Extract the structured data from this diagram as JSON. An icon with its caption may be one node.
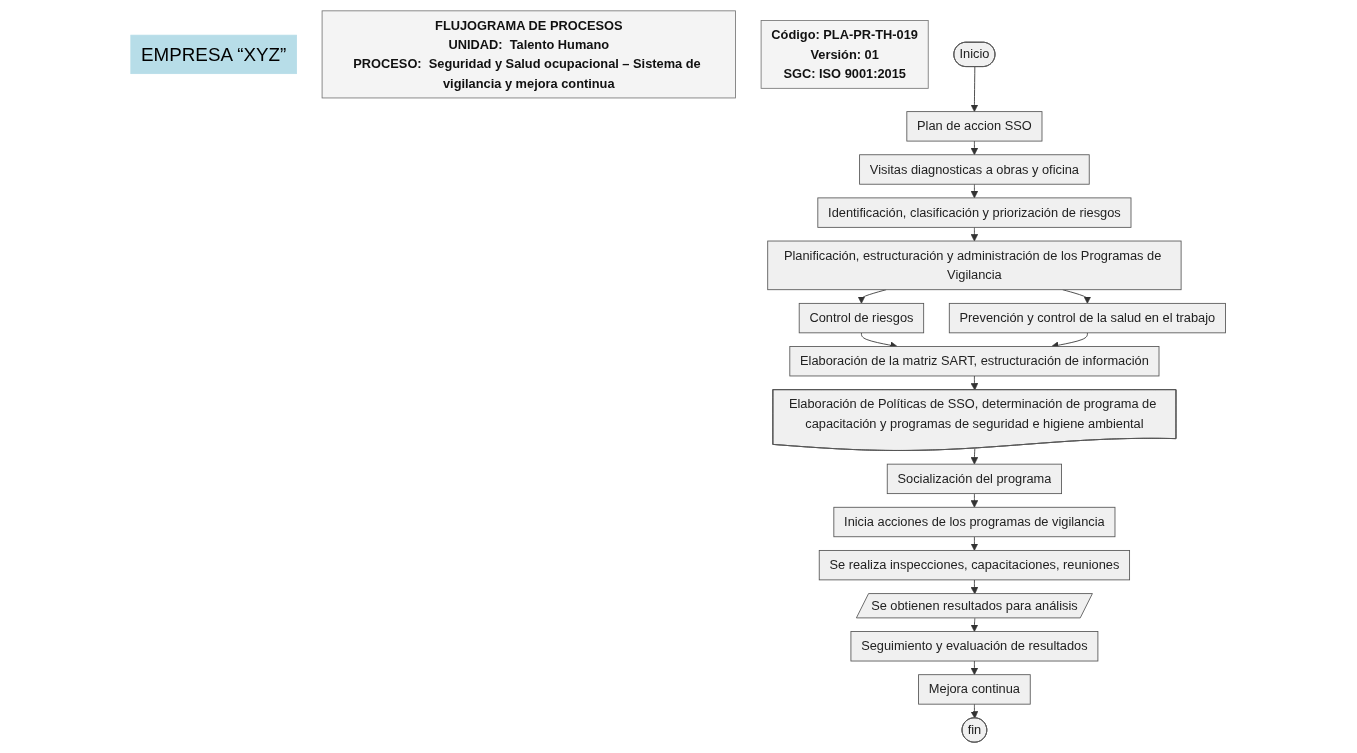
{
  "diagram": {
    "nodes": [
      {
        "text": [
          "EMPRESA “XYZ”"
        ]
      },
      {
        "text": [
          "FLUJOGRAMA DE PROCESOS",
          "UNIDAD:  Talento Humano",
          "PROCESO:  Seguridad y Salud ocupacional – Sistema de vigilancia y mejora continua"
        ]
      },
      {
        "text": [
          "Código:  PLA-PR-TH-019",
          "Versión: 01",
          "SGC: ISO 9001:2015"
        ]
      },
      {
        "text": [
          "Inicio"
        ]
      },
      {
        "text": [
          "Plan de accion SSO"
        ]
      },
      {
        "text": [
          "Visitas diagnosticas a obras y oficina"
        ]
      },
      {
        "text": [
          "Identificación, clasificación y priorización de riesgos"
        ]
      },
      {
        "text": [
          "Control de riesgos"
        ]
      },
      {
        "text": [
          "Planificación, estructuración y administración de los Programas de Vigilancia"
        ]
      },
      {
        "text": [
          "Prevención y control de la salud en el trabajo"
        ]
      },
      {
        "text": [
          "Elaboración de la matriz SART, estructuración de información"
        ]
      },
      {
        "text": [
          "Elaboración de Políticas de SSO, determinación de programa de capacitación y programas de seguridad e higiene ambiental"
        ]
      },
      {
        "text": [
          "Socialización del programa"
        ]
      },
      {
        "text": [
          "Inicia acciones de los programas de vigilancia"
        ]
      },
      {
        "text": [
          "Se realiza inspecciones, capacitaciones, reuniones"
        ]
      },
      {
        "text": [
          "Se obtienen resultados para análisis"
        ]
      },
      {
        "text": [
          "Seguimiento y evaluación de resultados"
        ]
      },
      {
        "text": [
          "Mejora continua"
        ]
      },
      {
        "text": [
          "fin"
        ]
      }
    ],
    "edges": [
      {
        "from": 3,
        "to": 4,
        "arrow": "to"
      },
      {
        "from": 4,
        "to": 5,
        "arrow": "to"
      },
      {
        "from": 5,
        "to": 6,
        "arrow": "to"
      },
      {
        "from": 6,
        "to": 8,
        "arrow": "to"
      },
      {
        "from": 8,
        "to": 7,
        "arrow": "to"
      },
      {
        "from": 8,
        "to": 9,
        "arrow": "to"
      },
      {
        "from": 7,
        "to": 10,
        "arrow": "to"
      },
      {
        "from": 9,
        "to": 10,
        "arrow": "to"
      },
      {
        "from": 10,
        "to": 11,
        "arrow": "to"
      },
      {
        "from": 11,
        "to": 12,
        "arrow": "to"
      },
      {
        "from": 12,
        "to": 13,
        "arrow": "to"
      },
      {
        "from": 13,
        "to": 14,
        "arrow": "to"
      },
      {
        "from": 14,
        "to": 15,
        "arrow": "to"
      },
      {
        "from": 15,
        "to": 16,
        "arrow": "to"
      },
      {
        "from": 16,
        "to": 17,
        "arrow": "to"
      },
      {
        "from": 17,
        "to": 18,
        "arrow": "to"
      }
    ]
  }
}
